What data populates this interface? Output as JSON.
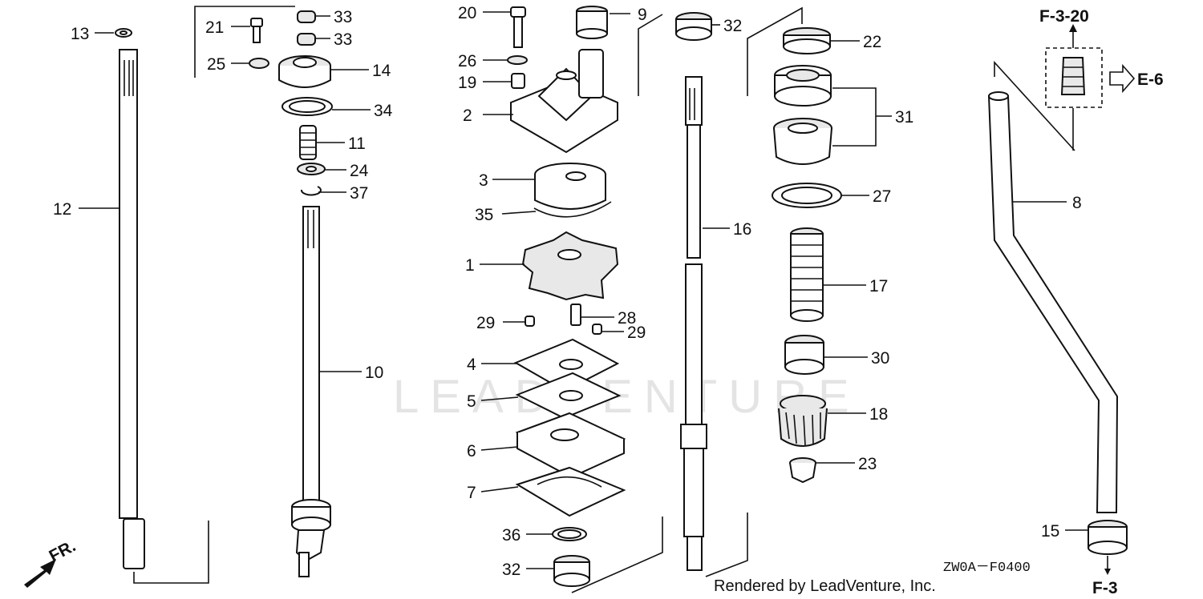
{
  "watermark": "LEADVENTURE",
  "footer": {
    "rendered_by": "Rendered by LeadVenture, Inc.",
    "diagram_code": "ZW0A－F0400"
  },
  "orientation": {
    "label": "FR."
  },
  "references": {
    "f3_20": "F-3-20",
    "e6": "E-6",
    "f3": "F-3"
  },
  "callouts": [
    "1",
    "2",
    "3",
    "4",
    "5",
    "6",
    "7",
    "8",
    "9",
    "10",
    "11",
    "12",
    "13",
    "14",
    "15",
    "16",
    "17",
    "18",
    "19",
    "20",
    "21",
    "22",
    "23",
    "24",
    "25",
    "26",
    "27",
    "28",
    "29",
    "29",
    "30",
    "31",
    "32",
    "32",
    "33",
    "33",
    "34",
    "35",
    "36",
    "37"
  ]
}
